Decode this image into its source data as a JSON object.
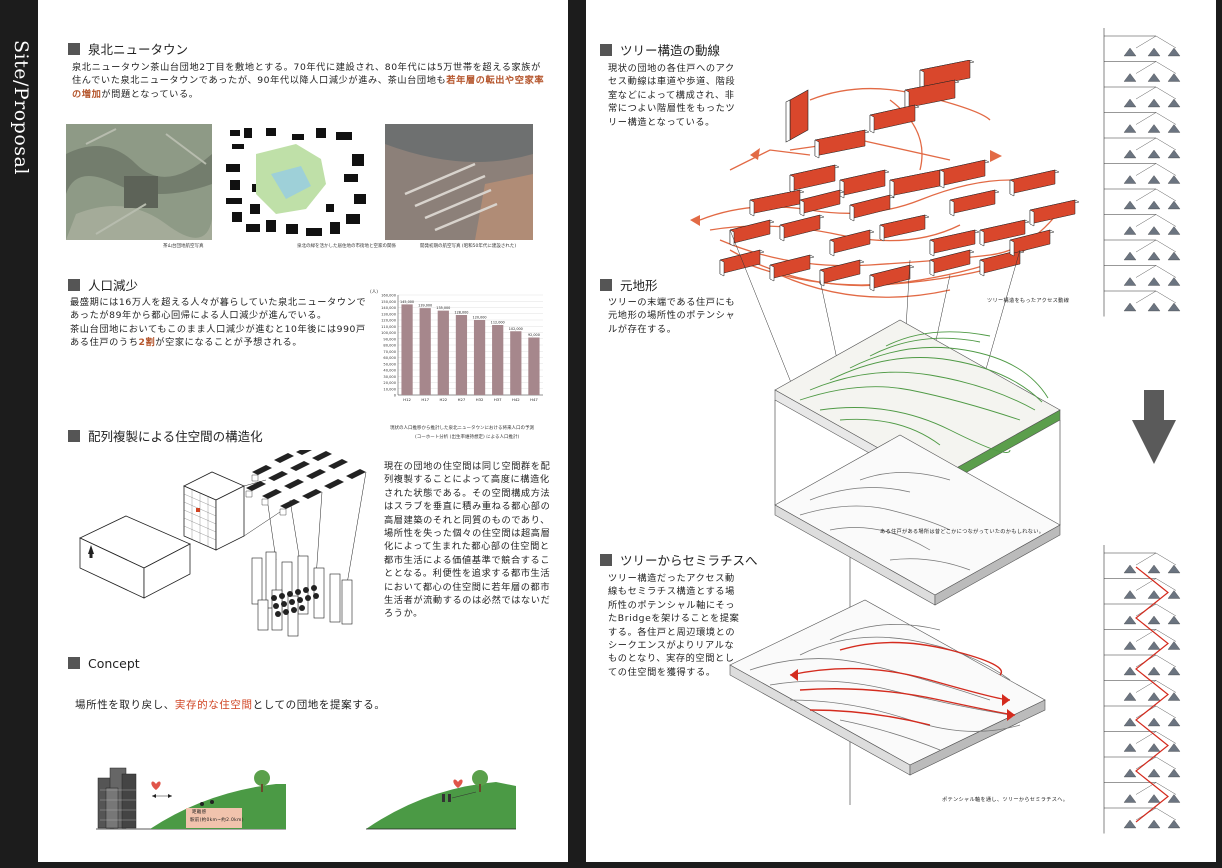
{
  "left": {
    "vertical_title": "Site/Proposal",
    "sec1": {
      "heading": "泉北ニュータウン",
      "p1": "泉北ニュータウン茶山台団地2丁目を敷地とする。70年代に建設され、80年代には5万世帯を超える家族が住んでいた泉北ニュータウンであったが、90年代以降人口減少が進み、茶山台団地も",
      "p1_highlight": "若年層の転出や空家率の増加",
      "p1_end": "が問題となっている。",
      "captions": [
        "茶山台団地航空写真",
        "泉北の緑を活かした居住地の市街地と空家の関係",
        "開発初期の航空写真 (昭和50年代に建設された)"
      ]
    },
    "sec2": {
      "heading": "人口減少",
      "p1": "最盛期には16万人を超える人々が暮らしていた泉北ニュータウンであったが89年から都心回帰による人口減少が進んでいる。",
      "p2a": "茶山台団地においてもこのまま人口減少が進むと10年後には990戸ある住戸のうち",
      "p2_highlight": "2割",
      "p2b": "が空家になることが予想される。"
    },
    "chart_data": {
      "type": "bar",
      "ylabel": "(人)",
      "yticks": [
        "160,000",
        "150,000",
        "140,000",
        "130,000",
        "120,000",
        "110,000",
        "100,000",
        "90,000",
        "80,000",
        "70,000",
        "60,000",
        "50,000",
        "40,000",
        "30,000",
        "20,000",
        "10,000",
        "0"
      ],
      "ylim": [
        0,
        160000
      ],
      "categories": [
        "H12",
        "H17",
        "H22",
        "H27",
        "H32",
        "H37",
        "H42",
        "H47"
      ],
      "values": [
        145000,
        139000,
        135000,
        128000,
        120000,
        112000,
        102000,
        92000
      ],
      "data_labels": [
        "145,000",
        "139,000",
        "135,000",
        "128,000",
        "120,000",
        "112,000",
        "102,000",
        "92,000"
      ],
      "caption1": "現状の人口推移から推計した泉北ニュータウンにおける将来人口の予測",
      "caption2": "(コーホート分析 (出生率維持想定) による人口推計)",
      "bar_color": "#a6878c"
    },
    "sec3": {
      "heading": "配列複製による住空間の構造化",
      "text": "現在の団地の住空間は同じ空間群を配列複製することによって高度に構造化された状態である。その空間構成方法はスラブを垂直に積み重ねる都心部の高層建築のそれと同質のものであり、場所性を失った個々の住空間は超高層化によって生まれた都心部の住空間と都市生活による価値基準で競合することとなる。利便性を追求する都市生活において都心の住空間に若年層の都市生活者が流動するのは必然ではないだろうか。"
    },
    "concept": {
      "heading": "Concept",
      "pre": "場所性を取り戻し、",
      "highlight": "実存的な住空間",
      "post": "としての団地を提案する。",
      "sign1": "距離感",
      "sign2": "駅前(約0km~約2.0km)"
    }
  },
  "right": {
    "sec1": {
      "heading": "ツリー構造の動線",
      "text": "現状の団地の各住戸へのアクセス動線は車道や歩道、階段室などによって構成され、非常につよい階層性をもったツリー構造となっている。",
      "label": "ツリー構造をもったアクセス動線"
    },
    "sec2": {
      "heading": "元地形",
      "text": "ツリーの末端である住戸にも元地形の場所性のポテンシャルが存在する。",
      "label": "ある住戸がある場所は昔どこかにつながっていたのかもしれない。"
    },
    "sec3": {
      "heading": "ツリーからセミラチスへ",
      "text": "ツリー構造だったアクセス動線もセミラチス構造とする場所性のポテンシャル軸にそったBridgeを架けることを提案する。各住戸と周辺環境とのシークエンスがよりリアルなものとなり、実存的空間としての住空間を獲得する。",
      "label": "ポテンシャル軸を通し、ツリーからセミラチスへ。"
    },
    "colors": {
      "accent": "#e26a45",
      "green": "#4f9a45",
      "red": "#d42b1e",
      "arrow": "#5a5a5a"
    }
  }
}
